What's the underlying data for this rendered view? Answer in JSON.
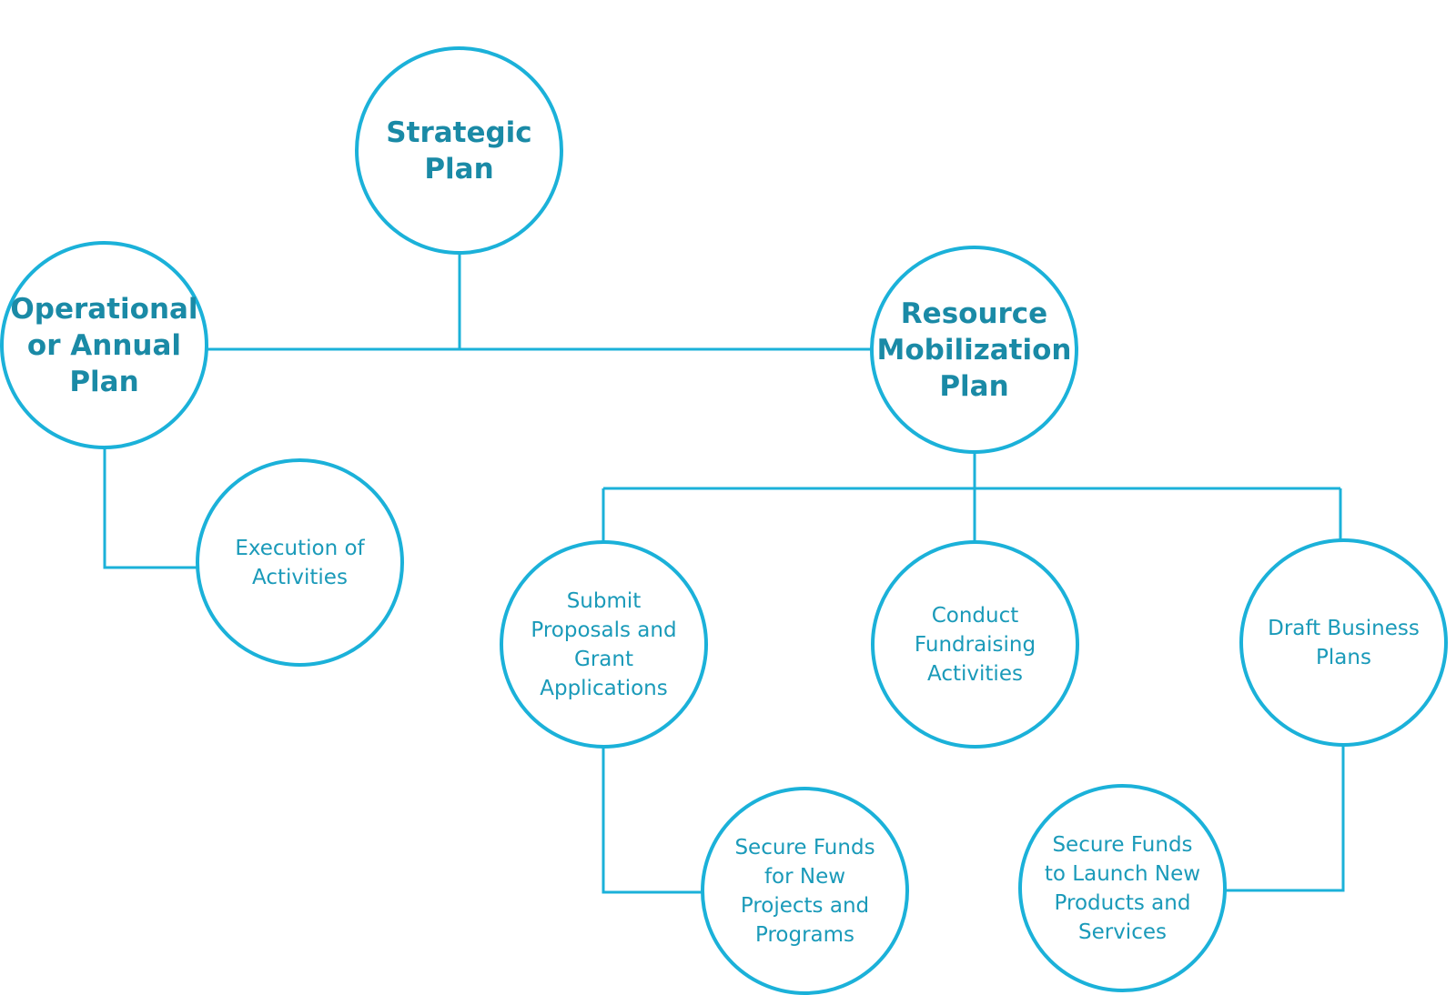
{
  "colors": {
    "line": "#1bb1d9",
    "primary_text": "#1a8aa6",
    "secondary_text": "#1a9ab9",
    "background": "#ffffff"
  },
  "nodes": {
    "strategic_plan": "Strategic\nPlan",
    "operational_plan": "Operational\nor Annual\nPlan",
    "resource_mobilization_plan": "Resource\nMobilization\nPlan",
    "execution_of_activities": "Execution of\nActivities",
    "submit_proposals": "Submit\nProposals and\nGrant\nApplications",
    "conduct_fundraising": "Conduct\nFundraising\nActivities",
    "draft_business_plans": "Draft Business\nPlans",
    "secure_funds_projects": "Secure Funds\nfor New\nProjects and\nPrograms",
    "secure_funds_products": "Secure Funds\nto Launch New\nProducts and\nServices"
  }
}
